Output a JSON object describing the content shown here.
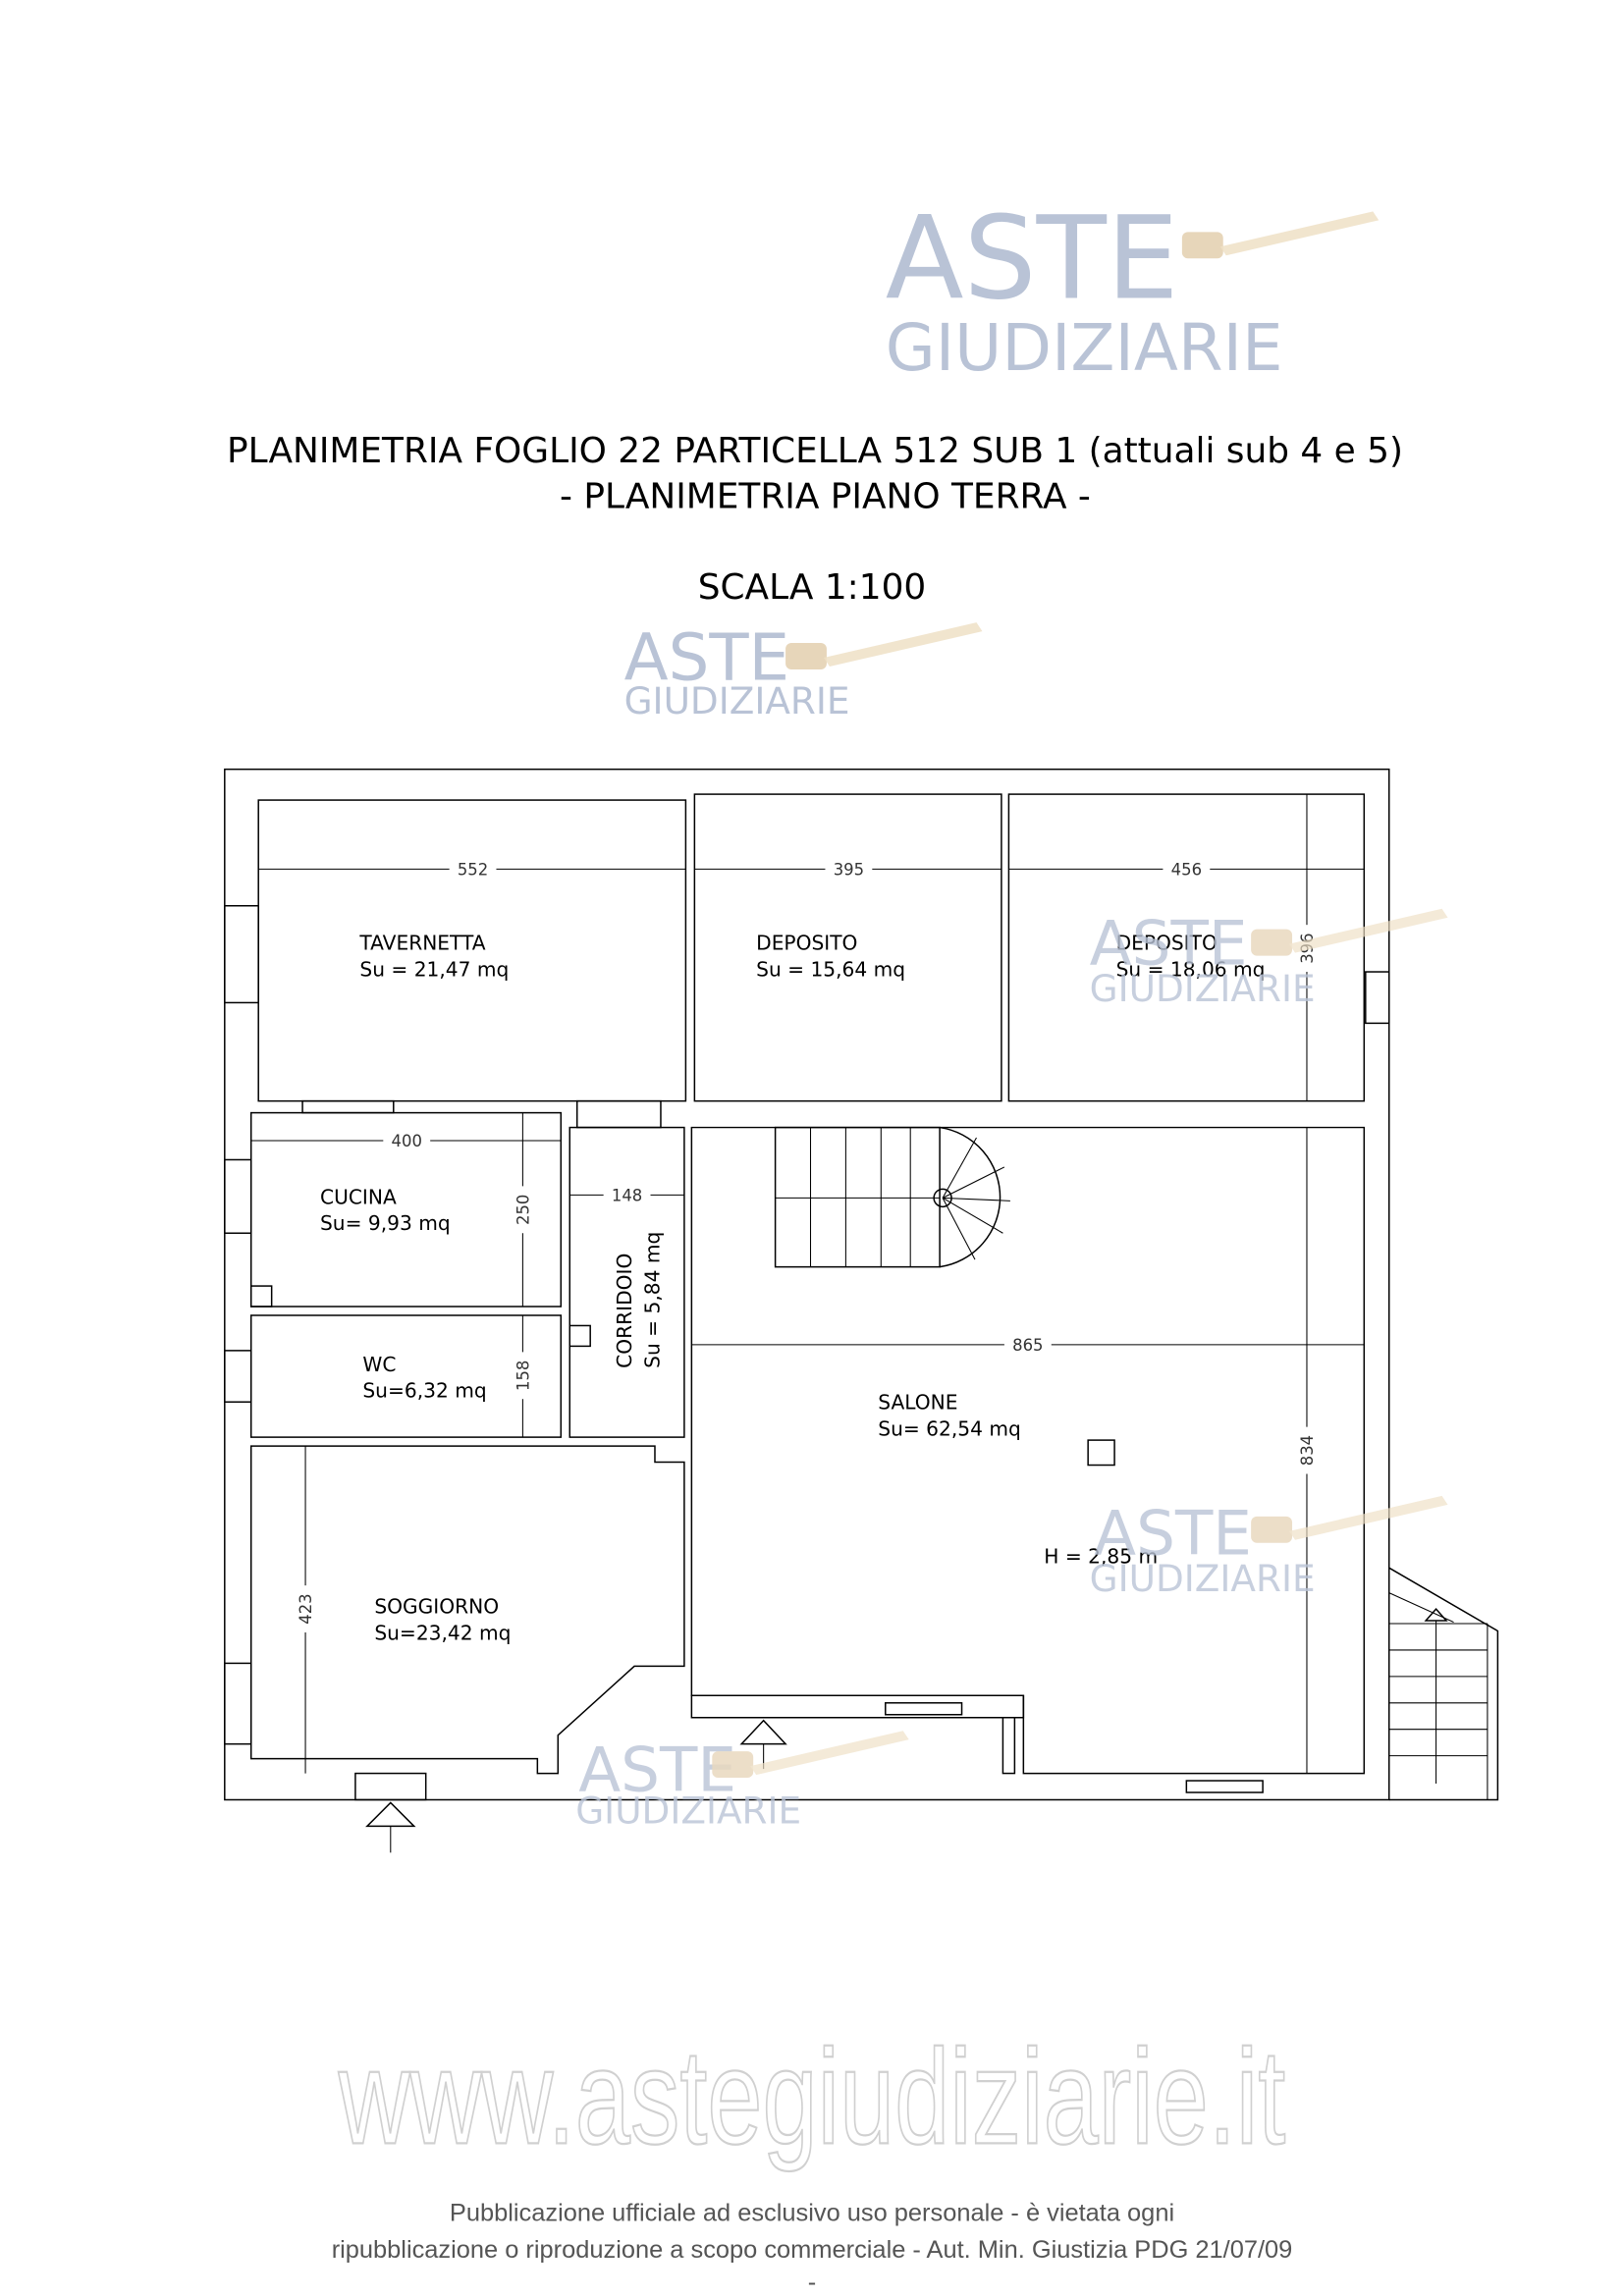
{
  "header": {
    "title_line1": "PLANIMETRIA FOGLIO 22 PARTICELLA 512 SUB 1 (attuali sub 4 e 5)",
    "title_line2": "- PLANIMETRIA PIANO TERRA -",
    "scale": "SCALA 1:100"
  },
  "watermark": {
    "line1": "ASTE",
    "line2": "GIUDIZIARIE",
    "color": "#b9c3d6",
    "gavel_color": "#e8d2b0"
  },
  "rooms": [
    {
      "name": "TAVERNETTA",
      "area": "Su = 21,47 mq"
    },
    {
      "name": "DEPOSITO",
      "area": "Su = 15,64 mq"
    },
    {
      "name": "DEPOSITO",
      "area": "Su = 18,06 mq"
    },
    {
      "name": "CUCINA",
      "area": "Su= 9,93 mq"
    },
    {
      "name": "CORRIDOIO",
      "area": "Su = 5,84 mq"
    },
    {
      "name": "WC",
      "area": "Su=6,32 mq"
    },
    {
      "name": "SOGGIORNO",
      "area": "Su=23,42 mq"
    },
    {
      "name": "SALONE",
      "area": "Su= 62,54 mq"
    }
  ],
  "height_note": "H = 2,85 m",
  "dimensions": {
    "tavernetta_w": "552",
    "deposito1_w": "395",
    "deposito2_w": "456",
    "deposito2_h": "396",
    "cucina_w": "400",
    "cucina_h": "250",
    "corridoio_w": "148",
    "wc_h": "158",
    "soggiorno_h": "423",
    "salone_w": "865",
    "salone_h": "834"
  },
  "footer": {
    "website": "www.astegiudiziarie.it",
    "line1": "Pubblicazione ufficiale ad esclusivo uso personale - è vietata ogni",
    "line2": "ripubblicazione o riproduzione a scopo commerciale - Aut. Min. Giustizia PDG 21/07/09",
    "line3": "-"
  }
}
